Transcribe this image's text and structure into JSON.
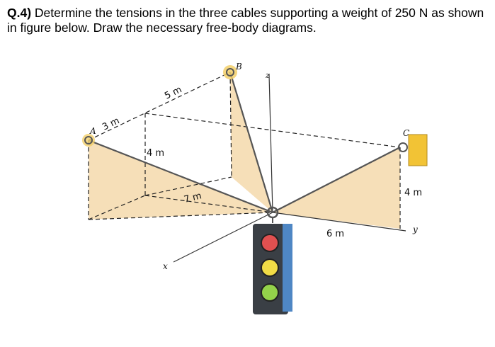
{
  "question": {
    "number": "Q.4)",
    "text": "Determine the tensions in the three cables supporting a weight of 250 N as shown in figure below. Draw the necessary free-body diagrams."
  },
  "figure": {
    "points": {
      "A": "A",
      "B": "B",
      "C": "C"
    },
    "axes": {
      "x": "x",
      "y": "y",
      "z": "z"
    },
    "dimensions": {
      "d_5m": "5 m",
      "d_3m": "3 m",
      "d_4m_left": "4 m",
      "d_7m": "7 m",
      "d_6m": "6 m",
      "d_4m_right": "4 m"
    },
    "colors": {
      "plane_fill": "#f5dcb0",
      "cable": "#555555",
      "dashed": "#222222",
      "eyebolt": "#e9b83a",
      "wall": "#f2c335",
      "signal_body": "#3a3f45",
      "signal_side": "#4f87c4",
      "light_red": "#e05050",
      "light_yellow": "#f1dc46",
      "light_green": "#93d24a"
    }
  }
}
